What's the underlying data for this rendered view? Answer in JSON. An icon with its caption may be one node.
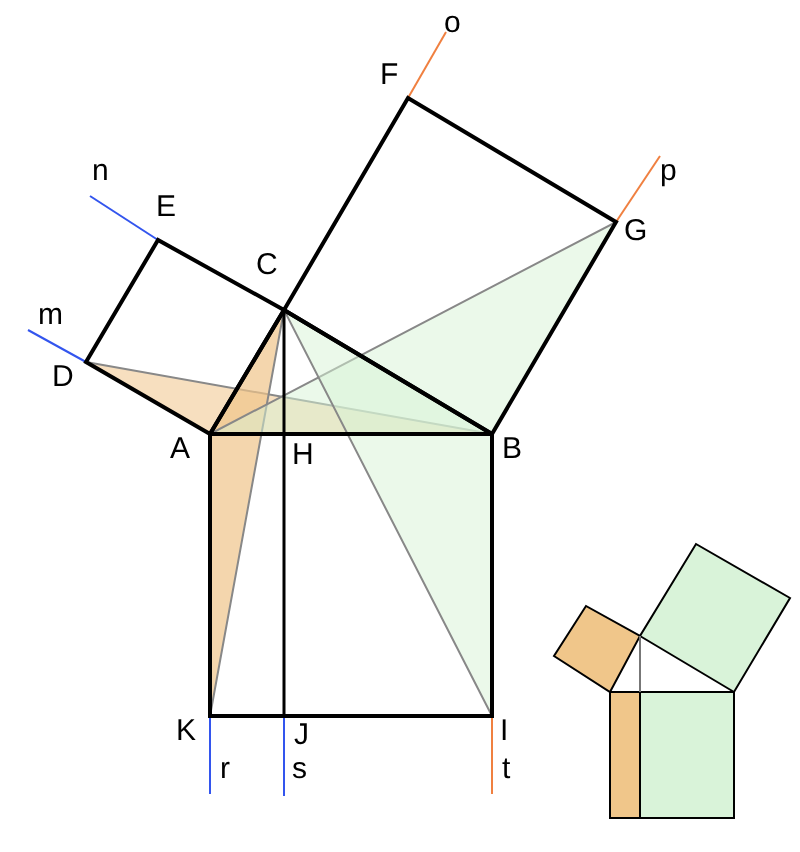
{
  "diagram": {
    "labels": [
      "o",
      "F",
      "n",
      "p",
      "E",
      "G",
      "C",
      "m",
      "D",
      "A",
      "H",
      "B",
      "K",
      "J",
      "I",
      "r",
      "s",
      "t"
    ]
  }
}
